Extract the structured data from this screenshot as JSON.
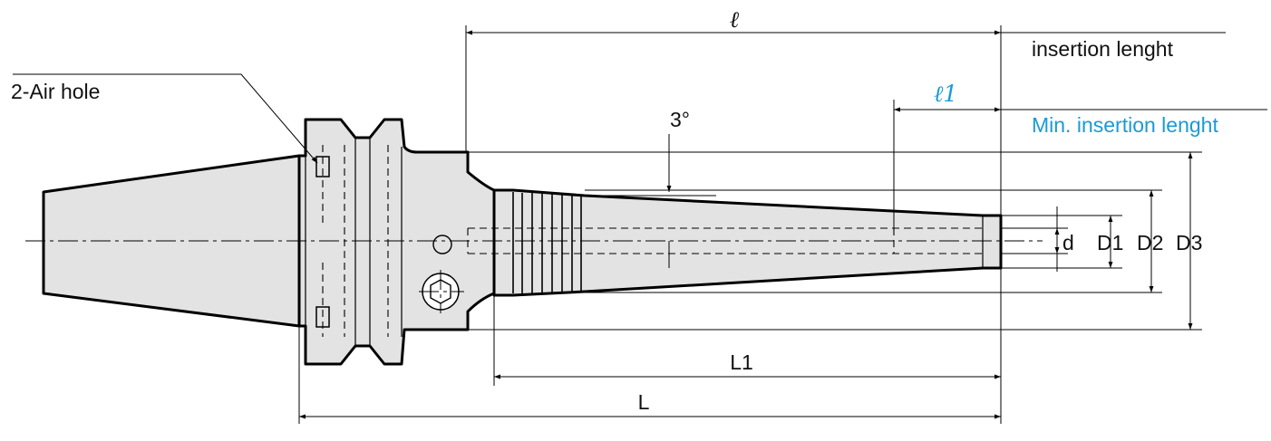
{
  "labels": {
    "air_hole": "2-Air hole",
    "insertion_length": "insertion lenght",
    "min_insertion_length": "Min. insertion lenght",
    "ell": "ℓ",
    "ell1": "ℓ1",
    "angle": "3°",
    "d": "d",
    "D1": "D1",
    "D2": "D2",
    "D3": "D3",
    "L1": "L1",
    "L": "L"
  },
  "colors": {
    "body_fill": "#e3e3e3",
    "outline": "#000000",
    "accent_blue": "#1a9ad6"
  }
}
